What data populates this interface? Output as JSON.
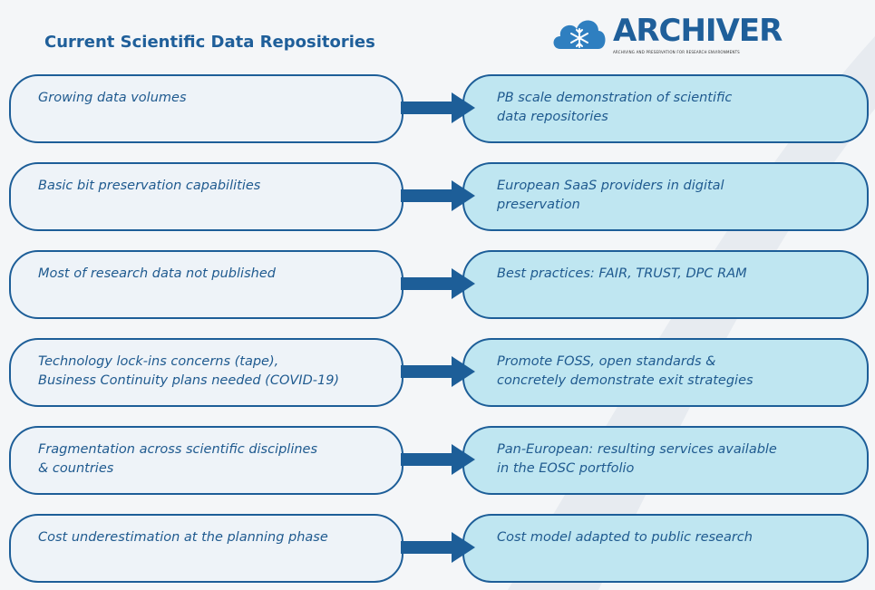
{
  "title": "Current Scientific Data Repositories",
  "logo": {
    "wordmark": "ARCHIVER",
    "tagline": "ARCHIVING AND PRESERVATION FOR RESEARCH ENVIRONMENTS"
  },
  "colors": {
    "accent": "#1d5e98",
    "left_fill": "#eef3f8",
    "right_fill": "#bfe6f1",
    "text": "#1f5a8f"
  },
  "rows": [
    {
      "left": [
        "Growing data volumes"
      ],
      "right": [
        "PB scale demonstration of scientific",
        "data repositories"
      ]
    },
    {
      "left": [
        "Basic bit preservation capabilities"
      ],
      "right": [
        "European SaaS providers in digital",
        "preservation"
      ]
    },
    {
      "left": [
        "Most of research data not published"
      ],
      "right": [
        "Best practices: FAIR, TRUST, DPC RAM"
      ]
    },
    {
      "left": [
        "Technology lock-ins concerns (tape),",
        "Business Continuity plans needed (COVID-19)"
      ],
      "right": [
        "Promote FOSS, open standards &",
        "concretely demonstrate exit strategies"
      ]
    },
    {
      "left": [
        "Fragmentation across scientific disciplines",
        "& countries"
      ],
      "right": [
        "Pan-European: resulting services available",
        "in the EOSC portfolio"
      ]
    },
    {
      "left": [
        "Cost underestimation at the planning phase"
      ],
      "right": [
        "Cost model adapted to public research"
      ]
    }
  ]
}
